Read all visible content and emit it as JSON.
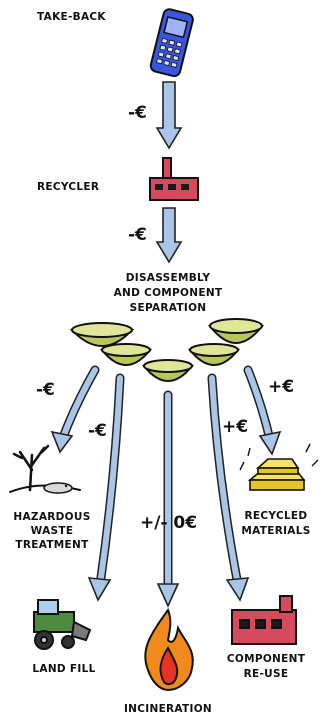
{
  "nodes": {
    "take_back": "TAKE-BACK",
    "recycler": "RECYCLER",
    "separation_line1": "DISASSEMBLY",
    "separation_line2": "AND COMPONENT",
    "separation_line3": "SEPARATION",
    "hazardous_line1": "HAZARDOUS",
    "hazardous_line2": "WASTE",
    "hazardous_line3": "TREATMENT",
    "recycled_line1": "RECYCLED",
    "recycled_line2": "MATERIALS",
    "landfill": "LAND FILL",
    "incineration": "INCINERATION",
    "component_line1": "COMPONENT",
    "component_line2": "RE-USE"
  },
  "costs": {
    "takeback_to_recycler": "-€",
    "recycler_to_separation": "-€",
    "to_hazardous": "-€",
    "to_landfill": "-€",
    "to_incineration": "+/- 0€",
    "to_component_reuse": "+€",
    "to_recycled_materials": "+€"
  },
  "colors": {
    "phone": "#3a55e0",
    "factory": "#d64a5e",
    "bowl": "#c8d46a",
    "arrow": "#a9c6e8",
    "gold": "#f2d43a",
    "tractor": "#4e8a3e",
    "flame": "#f08a1c"
  }
}
